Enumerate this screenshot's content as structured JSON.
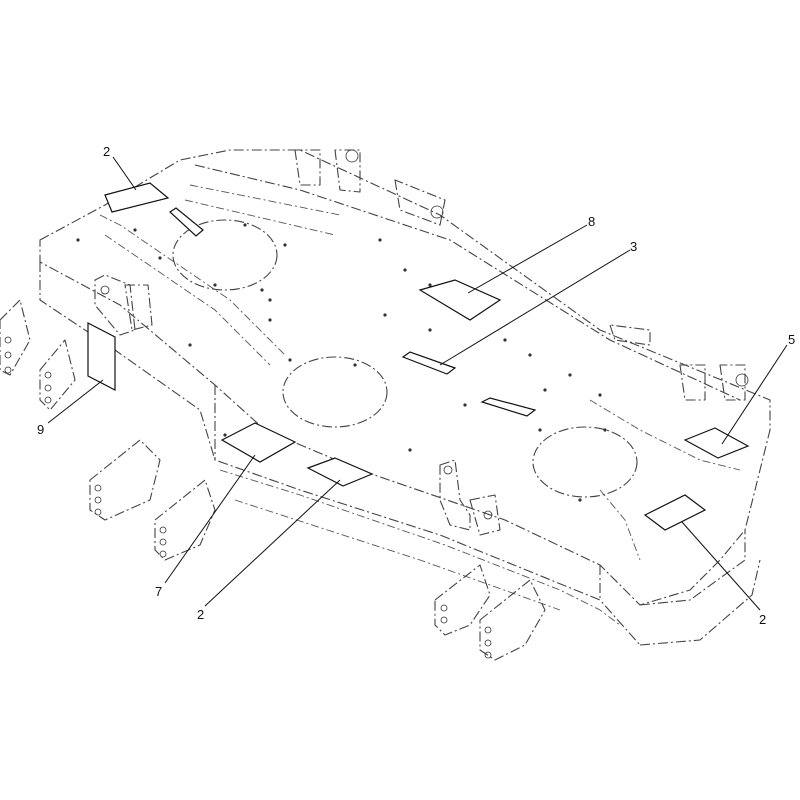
{
  "callouts": {
    "c1": "2",
    "c2": "8",
    "c3": "3",
    "c4": "5",
    "c5": "9",
    "c6": "7",
    "c7": "2",
    "c8": "2"
  },
  "colors": {
    "line": "#444444",
    "decal_stroke": "#111111",
    "background": "#ffffff"
  }
}
